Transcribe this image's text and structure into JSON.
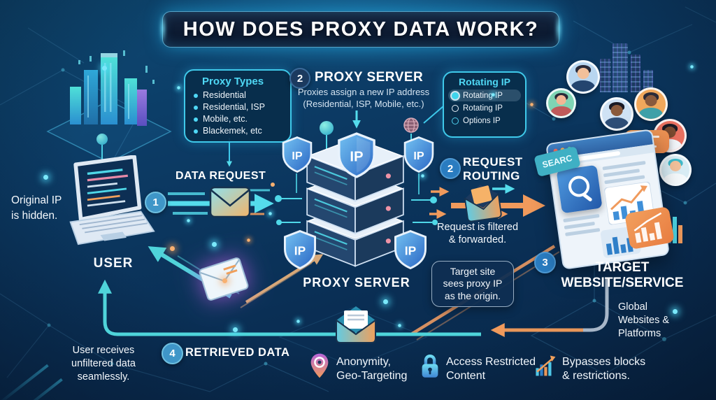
{
  "title": "HOW DOES PROXY DATA WORK?",
  "proxy_types": {
    "title": "Proxy Types",
    "items": [
      "Residential",
      "Residential, ISP",
      "Mobile, etc.",
      "Blackemek, etc"
    ]
  },
  "proxy_server_step": {
    "badge": "2",
    "title": "PROXY SERVER",
    "desc_line1": "Proxies assign a new IP address",
    "desc_line2": "(Residential, ISP, Mobile, etc.)"
  },
  "rotating_ip": {
    "title": "Rotating IP",
    "options": [
      {
        "label": "Rotating IP",
        "selected": true
      },
      {
        "label": "Rotating IP",
        "selected": false
      },
      {
        "label": "Options IP",
        "selected": false
      }
    ]
  },
  "user_area": {
    "hidden_ip_line1": "Original IP",
    "hidden_ip_line2": "is hidden.",
    "label": "USER"
  },
  "data_request": {
    "badge": "1",
    "label": "DATA REQUEST"
  },
  "proxy_server": {
    "label": "PROXY SERVER",
    "shield": "IP"
  },
  "request_routing": {
    "badge": "2",
    "title_line1": "REQUEST",
    "title_line2": "ROUTING",
    "desc_line1": "Request is filtered",
    "desc_line2": "& forwarded."
  },
  "origin_note": {
    "badge": "3",
    "line1": "Target site",
    "line2": "sees proxy IP",
    "line3": "as the origin."
  },
  "target": {
    "label_line1": "TARGET",
    "label_line2": "WEBSITE/SERVICE",
    "search_tag": "SEARC",
    "global_line1": "Global",
    "global_line2": "Websites &",
    "global_line3": "Platforms"
  },
  "retrieved": {
    "badge": "4",
    "label": "RETRIEVED DATA",
    "desc_line1": "User receives",
    "desc_line2": "unfiltered data",
    "desc_line3": "seamlessly."
  },
  "features": [
    {
      "icon": "location-pin-icon",
      "line1": "Anonymity,",
      "line2": "Geo-Targeting"
    },
    {
      "icon": "lock-icon",
      "line1": "Access Restricted",
      "line2": "Content"
    },
    {
      "icon": "growth-chart-icon",
      "line1": "Bypasses blocks",
      "line2": "& restrictions."
    }
  ],
  "colors": {
    "background": "#0b3560",
    "accent_cyan": "#4fd8f0",
    "accent_orange": "#f09a5c",
    "panel_border": "#3fc9ea",
    "text": "#f4f8fc"
  }
}
